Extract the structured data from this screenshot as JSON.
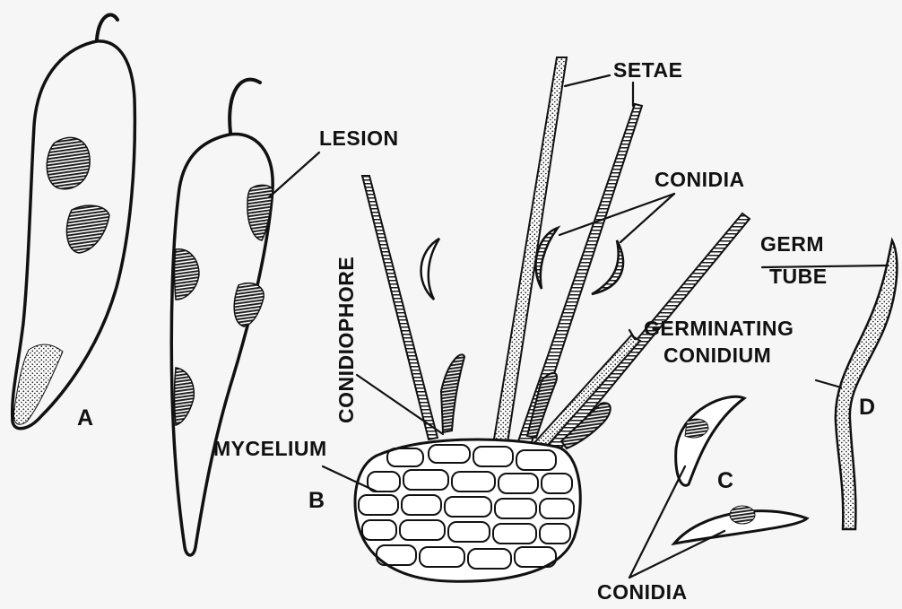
{
  "labels": {
    "setae": "SETAE",
    "lesion": "LESION",
    "conidia_top": "CONIDIA",
    "conidiophore": "CONIDIOPHORE",
    "germ": "GERM",
    "tube": "TUBE",
    "germinating": "GERMINATING",
    "conidium": "CONIDIUM",
    "mycelium": "MYCELIUM",
    "conidia_bottom": "CONIDIA"
  },
  "panels": {
    "a": "A",
    "b": "B",
    "c": "C",
    "d": "D"
  }
}
